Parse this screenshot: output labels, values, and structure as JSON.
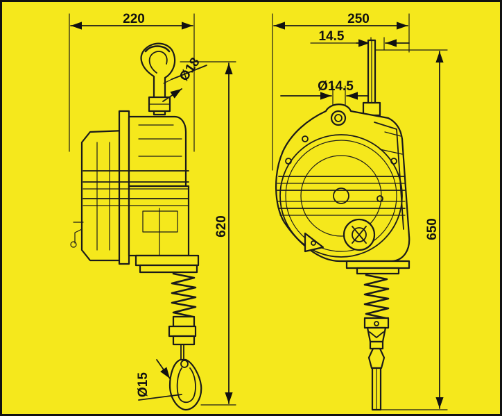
{
  "page": {
    "background": "#f5e81c",
    "frame": "#111111"
  },
  "dimensions": {
    "side_width": "220",
    "hook_diameter": "Ø18",
    "side_height": "620",
    "carabiner_diameter": "Ø15",
    "front_width": "250",
    "cable_offset": "14.5",
    "eye_diameter": "Ø14.5",
    "front_height": "650"
  }
}
